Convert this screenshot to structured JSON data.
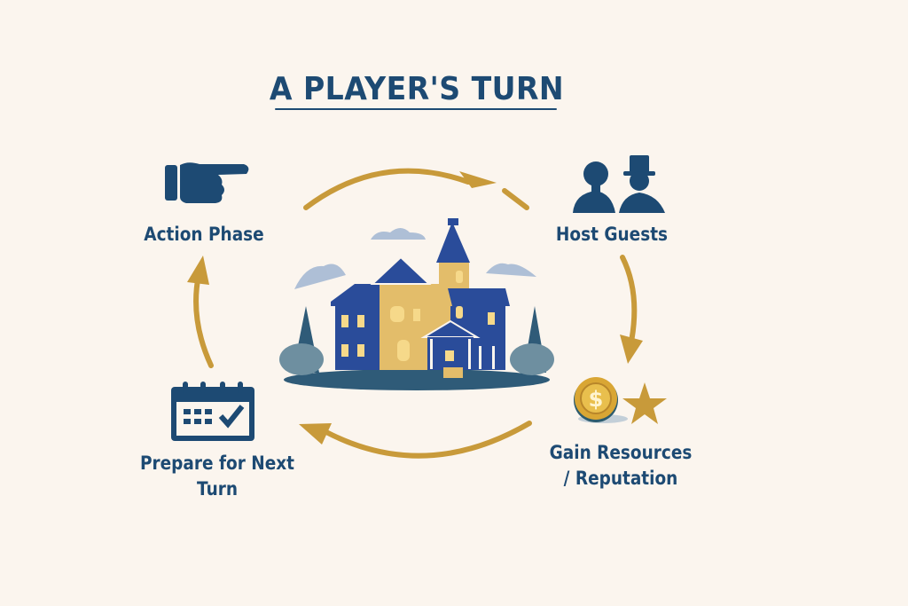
{
  "diagram": {
    "title": "A PLAYER'S TURN",
    "center_image": "victorian-mansion-illustration",
    "steps": [
      {
        "label": "Action Phase",
        "icon": "pointing-hand-icon"
      },
      {
        "label": "Host Guests",
        "icon": "guests-silhouette-icon"
      },
      {
        "label_line1": "Gain Resources",
        "label_line2": "/ Reputation",
        "icon": "coin-star-icon"
      },
      {
        "label": "Prepare for Next Turn",
        "icon": "calendar-check-icon"
      }
    ],
    "flow": "clockwise",
    "colors": {
      "background": "#fbf5ee",
      "primary": "#1d4a73",
      "arrow": "#c89a3a",
      "house_blue": "#2a4c9a",
      "house_gold": "#e3bd6a"
    }
  }
}
